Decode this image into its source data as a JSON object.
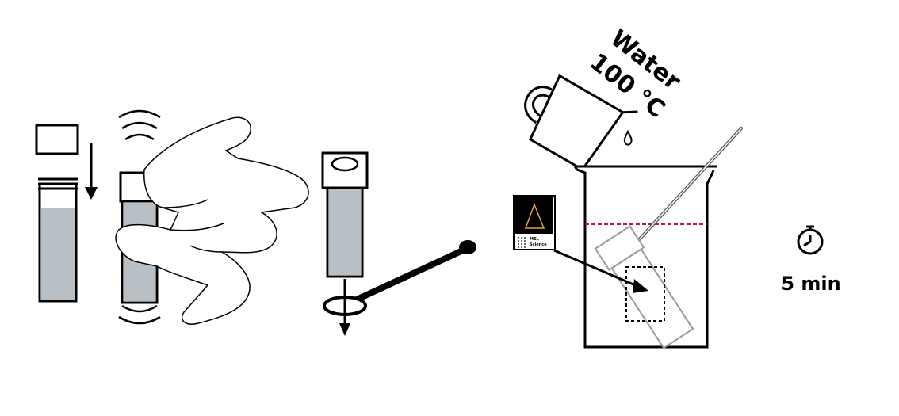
{
  "pour_label": {
    "liquid": "Water",
    "temperature": "100 °C"
  },
  "timer": {
    "icon": "stopwatch-icon",
    "duration": "5 min"
  },
  "label_card": {
    "brand_line1": "MEL",
    "brand_line2": "Science"
  },
  "colors": {
    "liquid_fill": "#b8c0c5",
    "fill_line": "#c0143c",
    "outline": "#000000",
    "tube_outline": "#9a9a9a"
  }
}
